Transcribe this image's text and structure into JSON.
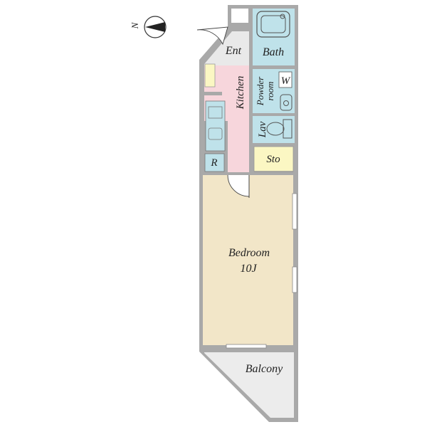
{
  "compass": {
    "north_label": "N"
  },
  "rooms": {
    "entrance": "Ent",
    "bath": "Bath",
    "kitchen": "Kitchen",
    "powder_room_line1": "Powder",
    "powder_room_line2": "room",
    "washer": "W",
    "lavatory": "Lav",
    "storage": "Sto",
    "refrigerator": "R",
    "bedroom": "Bedroom",
    "bedroom_size": "10J",
    "balcony": "Balcony"
  },
  "colors": {
    "wall": "#a9a9a9",
    "bedroom_floor": "#f2e6c8",
    "kitchen_floor": "#f7d6dc",
    "wet_area": "#bfe2ea",
    "storage": "#fbf7c3",
    "entrance": "#e9e9e9",
    "balcony": "#ececec"
  }
}
